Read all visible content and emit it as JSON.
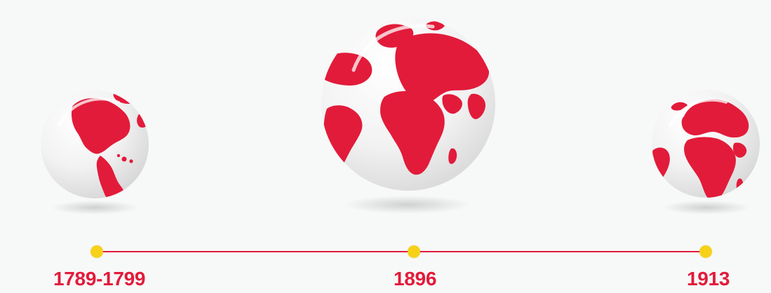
{
  "timeline": {
    "accent_color": "#e21b3a",
    "dot_color": "#f7d117",
    "events": [
      {
        "label": "1789-1799",
        "globe_view": "americas"
      },
      {
        "label": "1896",
        "globe_view": "atlantic-europe-africa"
      },
      {
        "label": "1913",
        "globe_view": "europe-africa"
      }
    ]
  },
  "icons": [
    "globe-icon"
  ]
}
